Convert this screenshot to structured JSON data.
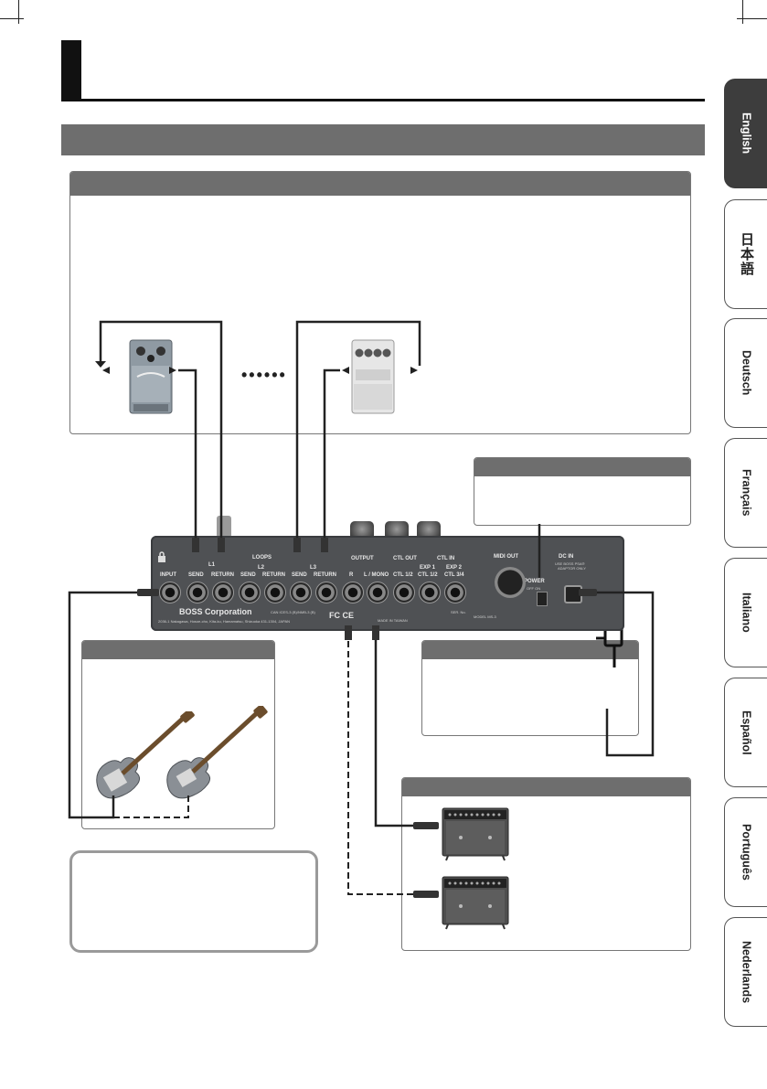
{
  "language_tabs": [
    {
      "label": "English",
      "active": true
    },
    {
      "label": "日本語",
      "active": false
    },
    {
      "label": "Deutsch",
      "active": false
    },
    {
      "label": "Français",
      "active": false
    },
    {
      "label": "Italiano",
      "active": false
    },
    {
      "label": "Español",
      "active": false
    },
    {
      "label": "Português",
      "active": false
    },
    {
      "label": "Nederlands",
      "active": false
    }
  ],
  "device": {
    "loops_label": "LOOPS",
    "l1": "L1",
    "l2": "L2",
    "l3": "L3",
    "input": "INPUT",
    "send": "SEND",
    "return": "RETURN",
    "output": "OUTPUT",
    "r": "R",
    "l_mono": "L / MONO",
    "ctl_out": "CTL OUT",
    "ctl_1_2": "CTL 1/2",
    "ctl_in": "CTL IN",
    "exp1": "EXP 1",
    "exp2": "EXP 2",
    "ctl1_2": "CTL 1/2",
    "ctl3_4": "CTL 3/4",
    "midi_out": "MIDI OUT",
    "dc_in": "DC IN",
    "dc_note": "USE BOSS PSA®",
    "dc_note2": "ADAPTOR ONLY",
    "power": "POWER",
    "power_off_on": "OFF    ON",
    "brand": "BOSS Corporation",
    "address": "2036-1 Nakagawa, Hosoe-cho, Kita-ku, Hamamatsu, Shizuoka 431-1304, JAPAN",
    "can": "CAN ICES-3 (B)/NMB-3 (B)",
    "made_in": "MADE IN TAIWAN",
    "model": "MODEL  MS-3",
    "ser": "SER. No."
  },
  "colors": {
    "header_gray": "#6e6e6e",
    "active_tab": "#3d3d3d",
    "cable": "#222222"
  }
}
